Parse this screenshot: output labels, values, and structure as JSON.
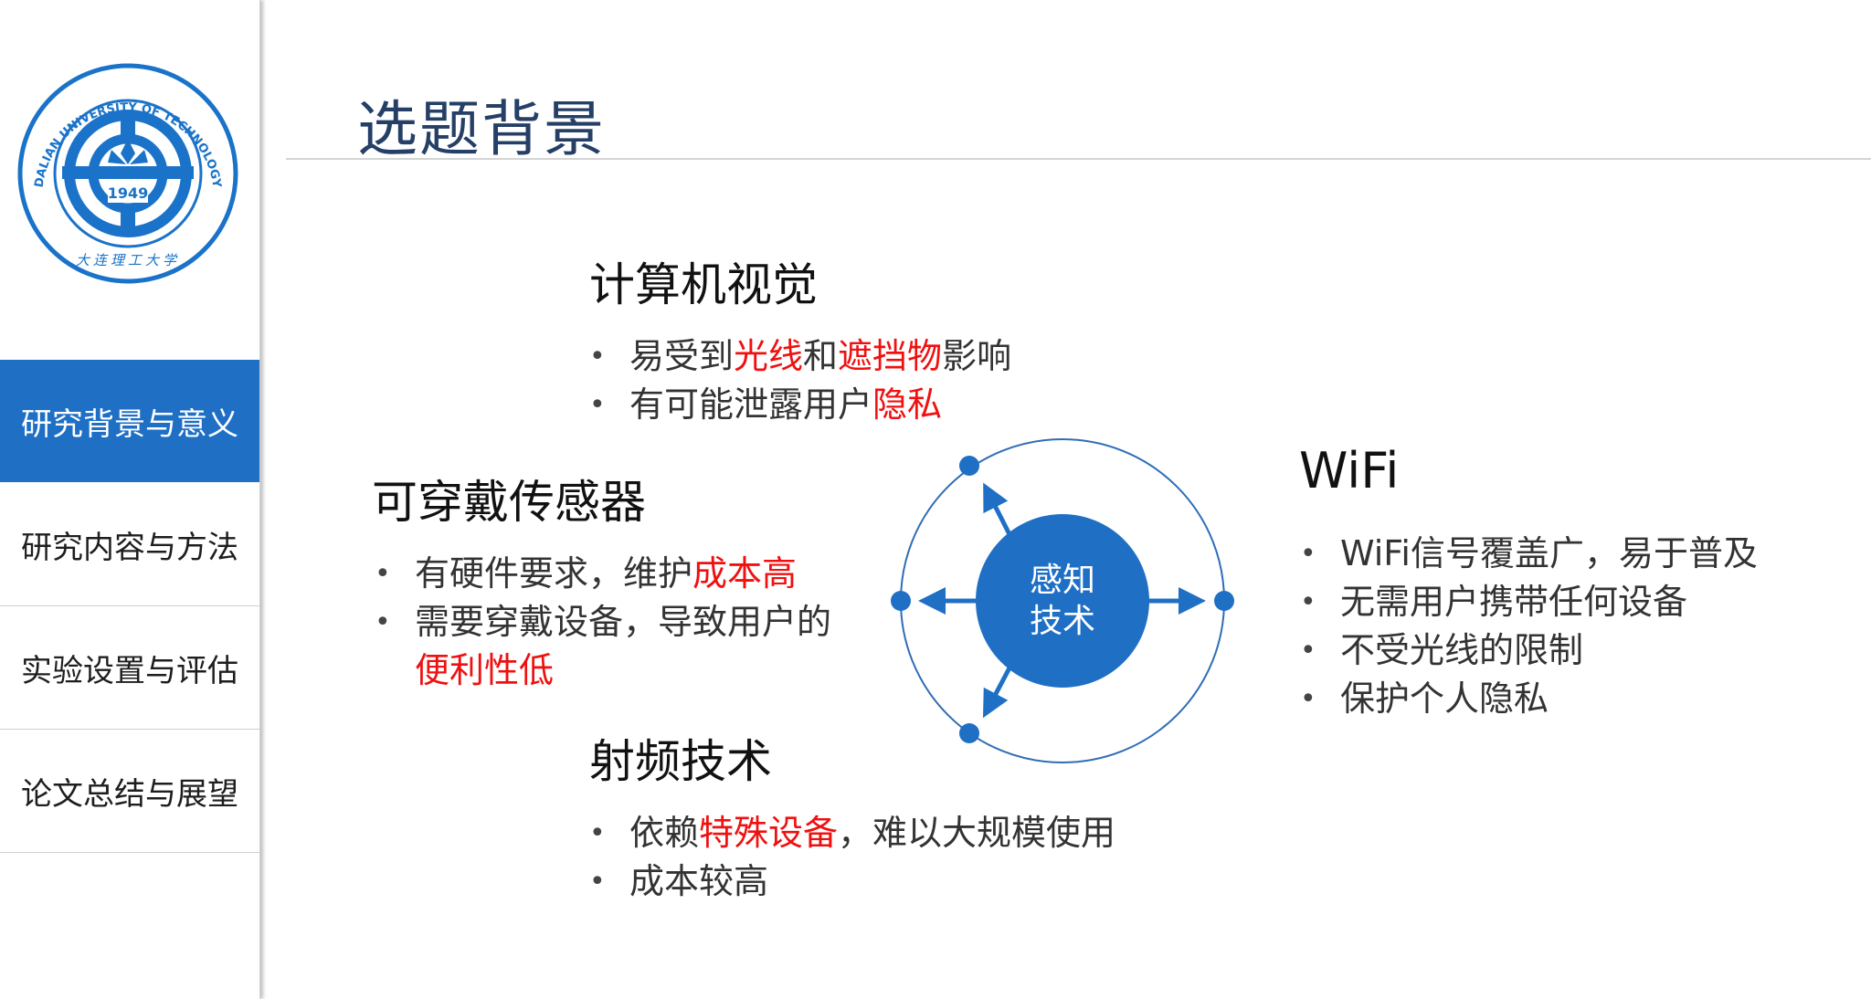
{
  "logo": {
    "text_en": "DALIAN UNIVERSITY OF TECHNOLOGY",
    "year": "1949",
    "text_cn": "大连理工大学"
  },
  "sidebar": {
    "items": [
      {
        "label": "研究背景与意义",
        "active": true
      },
      {
        "label": "研究内容与方法",
        "active": false
      },
      {
        "label": "实验设置与评估",
        "active": false
      },
      {
        "label": "论文总结与展望",
        "active": false
      }
    ]
  },
  "page": {
    "title": "选题背景"
  },
  "sections": {
    "cv": {
      "heading": "计算机视觉",
      "b1": {
        "p1": "易受到",
        "r1": "光线",
        "p2": "和",
        "r2": "遮挡物",
        "p3": "影响"
      },
      "b2": {
        "p1": "有可能泄露用户",
        "r1": "隐私"
      }
    },
    "wearable": {
      "heading": "可穿戴传感器",
      "b1": {
        "p1": "有硬件要求，维护",
        "r1": "成本高"
      },
      "b2": {
        "p1": "需要穿戴设备，导致用户的",
        "r1": "便利性低"
      }
    },
    "rf": {
      "heading": "射频技术",
      "b1": {
        "r1": "特殊设备",
        "p0": "依赖",
        "p1": "，难以大规模使用"
      },
      "b2": {
        "p1": "成本较高"
      }
    },
    "wifi": {
      "heading": "WiFi",
      "items": [
        "WiFi信号覆盖广，易于普及",
        "无需用户携带任何设备",
        "不受光线的限制",
        "保护个人隐私"
      ]
    }
  },
  "diagram": {
    "center_line1": "感知",
    "center_line2": "技术"
  },
  "bullet_char": "•",
  "colors": {
    "accent": "#1f6fc5",
    "highlight": "#f01010",
    "title": "#253f66"
  }
}
